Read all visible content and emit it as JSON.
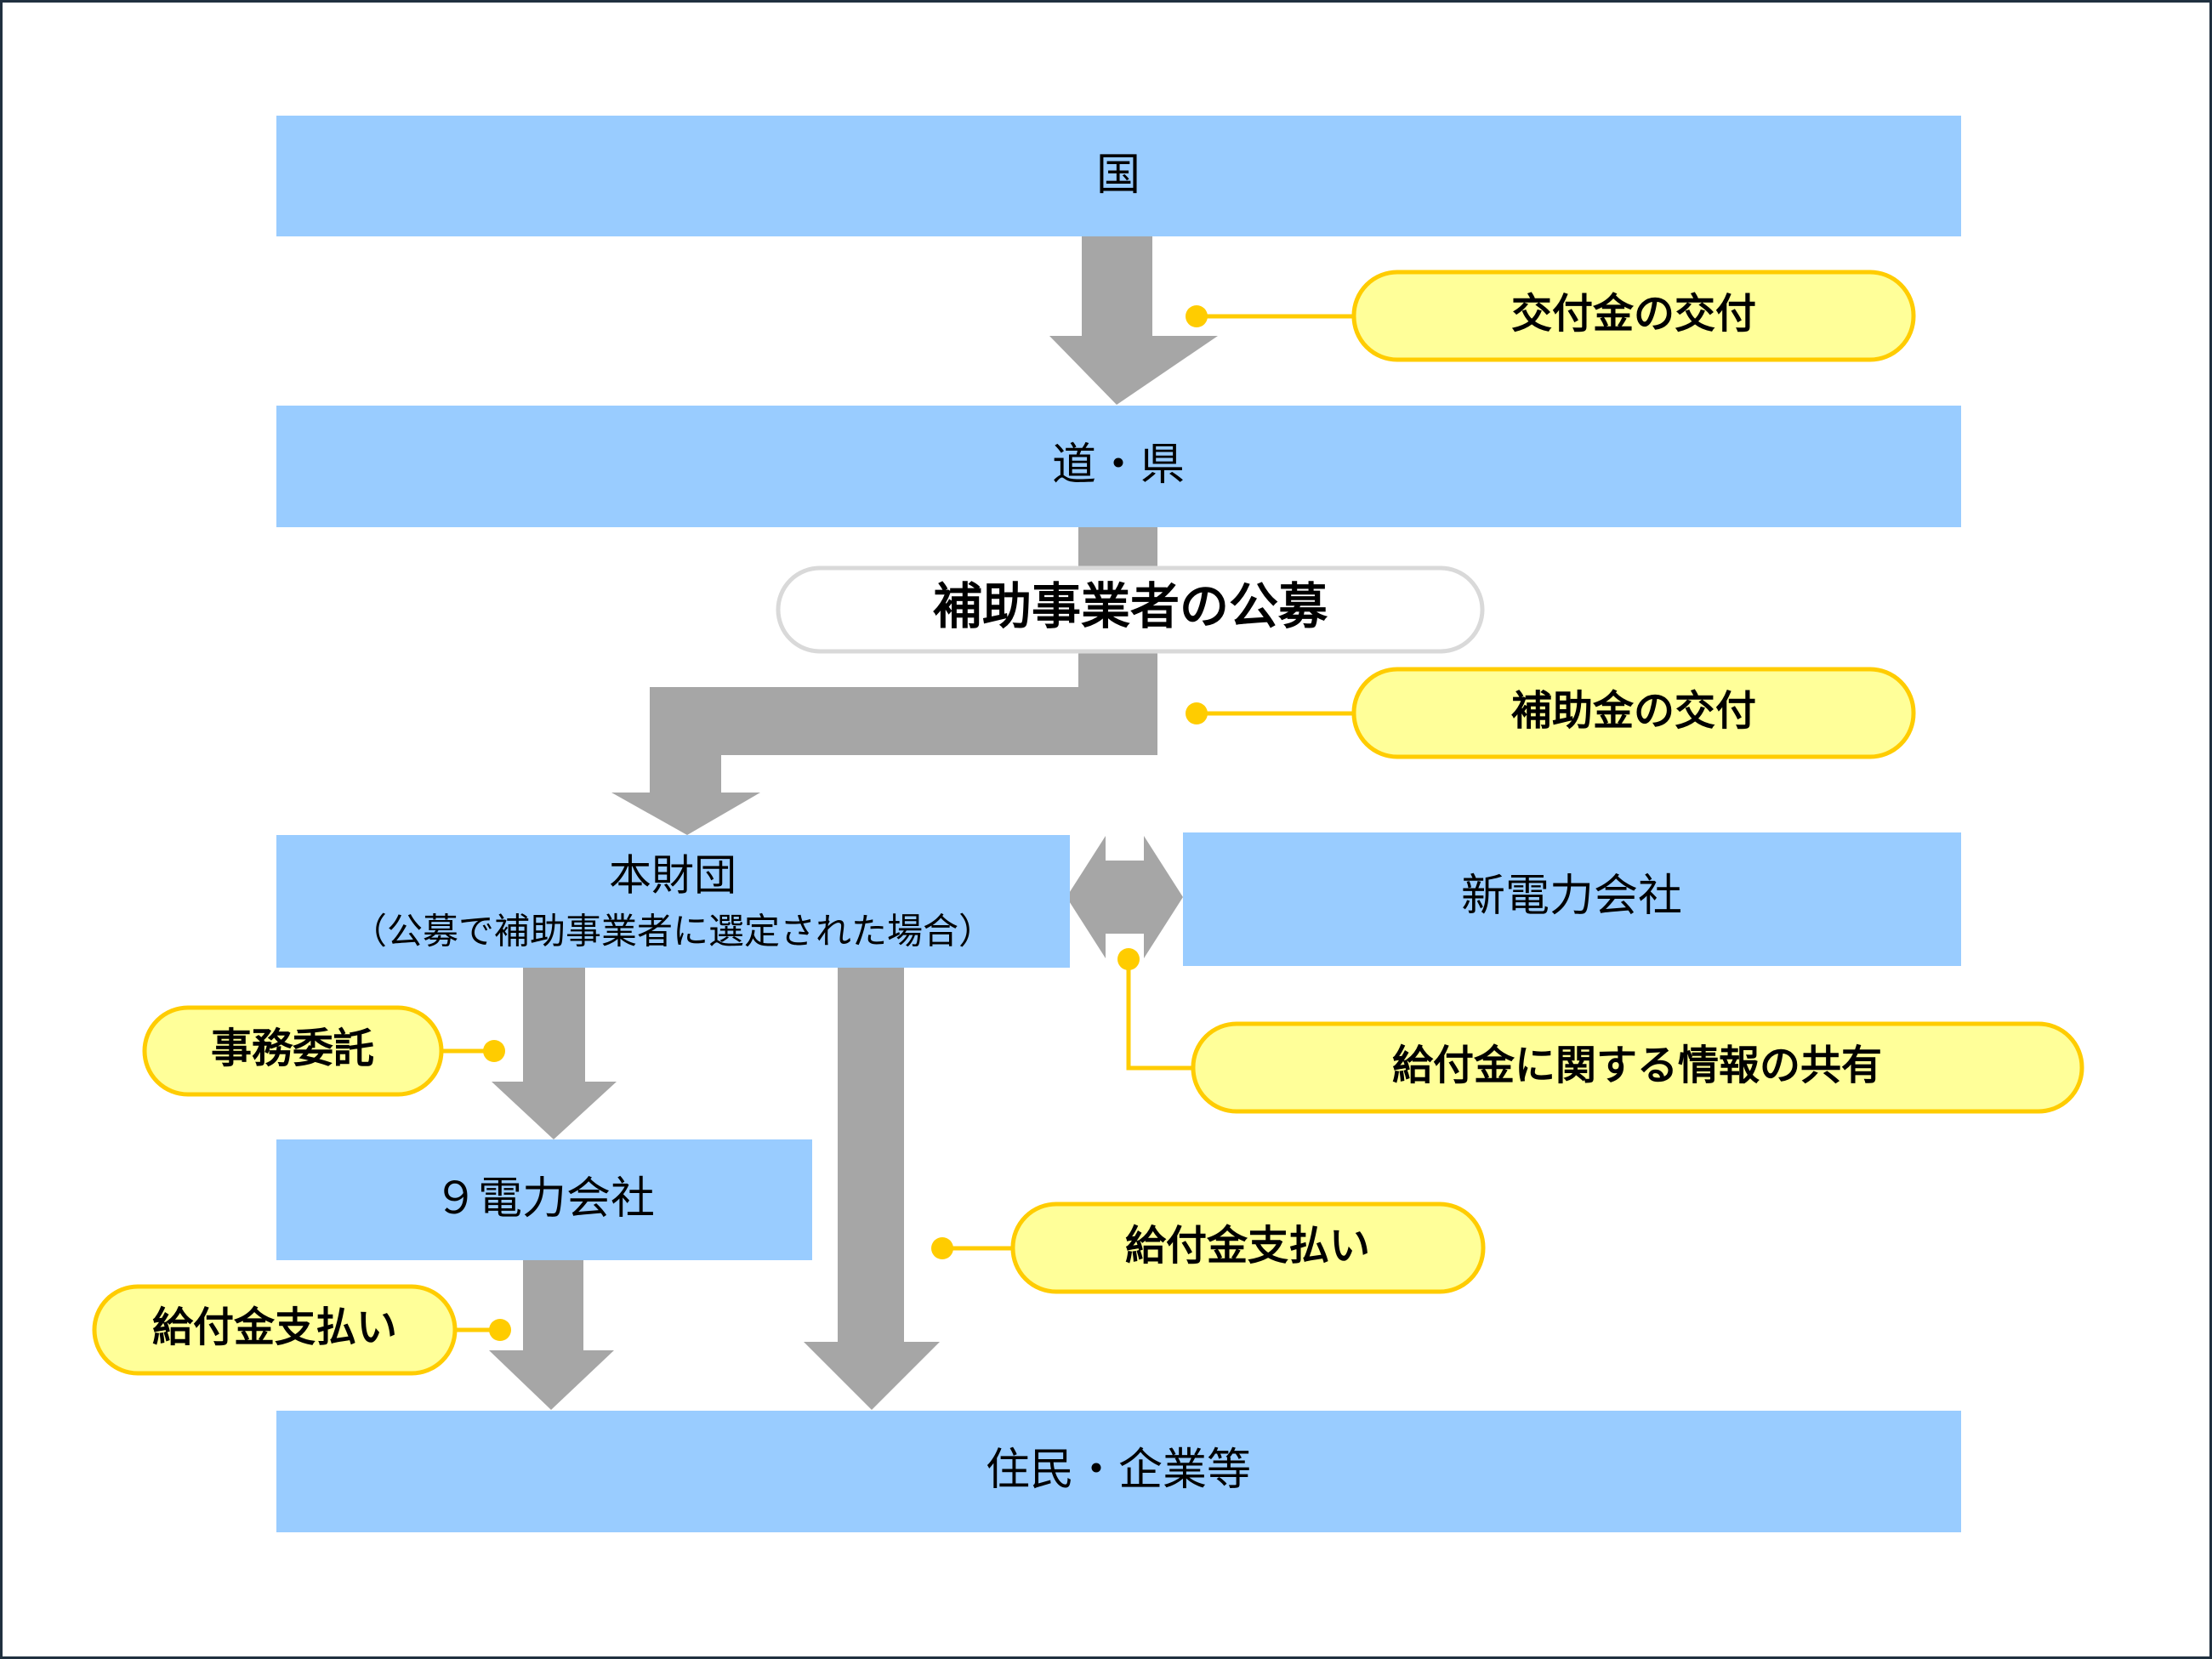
{
  "nodes": {
    "national": "国",
    "prefecture": "道・県",
    "recruitment": "補助事業者の公募",
    "foundation_title": "本財団",
    "foundation_note": "（公募で補助事業者に選定された場合）",
    "new_power_company": "新電力会社",
    "nine_power_companies": "９電力会社",
    "residents": "住民・企業等"
  },
  "labels": {
    "grant_delivery": "交付金の交付",
    "subsidy_delivery": "補助金の交付",
    "info_sharing": "給付金に関する情報の共有",
    "outsourcing": "事務委託",
    "benefit_payment_direct": "給付金支払い",
    "benefit_payment_utility": "給付金支払い"
  },
  "colors": {
    "box_fill": "#99ccff",
    "arrow_fill": "#a6a6a6",
    "callout_fill": "#ffff99",
    "callout_border": "#ffcc00",
    "frame_border": "#203040"
  }
}
